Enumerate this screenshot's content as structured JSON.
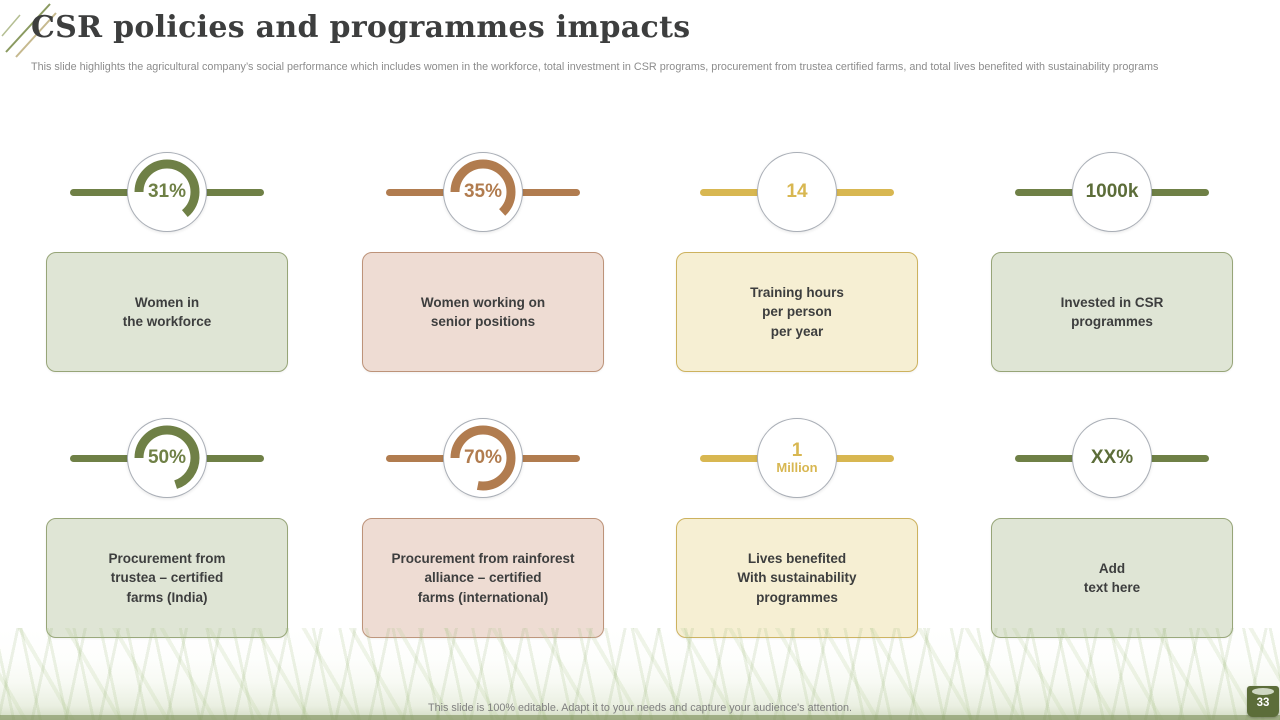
{
  "slide": {
    "title": "CSR policies and programmes impacts",
    "subtitle": "This slide highlights the agricultural company’s social performance which includes women in the workforce, total investment in CSR programs, procurement from trustea certified farms, and total lives benefited with sustainability programs",
    "footer_note": "This slide is 100% editable. Adapt it to your needs and capture your audience's attention.",
    "page_number": "33"
  },
  "colors": {
    "olive": "#6f8046",
    "olive_dark": "#5c6d39",
    "brown": "#b17c4f",
    "gold": "#d8b751",
    "sage_fill": "#dfe5d5",
    "sage_border": "#97a578",
    "rose_fill": "#eedcd3",
    "rose_border": "#bd9379",
    "cream_fill": "#f6efd3",
    "cream_border": "#cdb25e",
    "circle_border": "#a9aeb6",
    "text_dark": "#3d3e3e",
    "text_gray": "#8c8c8c"
  },
  "stats": [
    {
      "value": "31%",
      "sub": "",
      "label": "Women in\nthe workforce",
      "arc": 64
    },
    {
      "value": "35%",
      "sub": "",
      "label": "Women working on\nsenior positions",
      "arc": 63
    },
    {
      "value": "14",
      "sub": "",
      "label": "Training hours\nper person\nper year",
      "arc": 0
    },
    {
      "value": "1000k",
      "sub": "",
      "label": "Invested in CSR\nprogrammes",
      "arc": 0
    },
    {
      "value": "50%",
      "sub": "",
      "label": "Procurement from\ntrustea – certified\nfarms (India)",
      "arc": 70
    },
    {
      "value": "70%",
      "sub": "",
      "label": "Procurement from rainforest\nalliance – certified\nfarms (international)",
      "arc": 78
    },
    {
      "value": "1",
      "sub": "Million",
      "label": "Lives benefited\nWith sustainability\nprogrammes",
      "arc": 0
    },
    {
      "value": "XX%",
      "sub": "",
      "label": "Add\ntext here",
      "arc": 0
    }
  ]
}
